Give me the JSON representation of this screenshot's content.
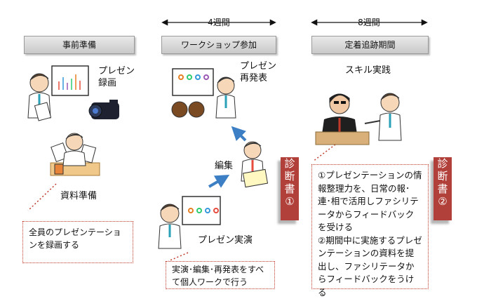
{
  "durations": {
    "workshop": "4週間",
    "followup": "8週間"
  },
  "phases": [
    "事前準備",
    "ワークショップ参加",
    "定着追跡期間"
  ],
  "labels": {
    "record_title": "プレゼン\n録画",
    "material_prep": "資料準備",
    "represent": "プレゼン\n再発表",
    "edit": "編集",
    "practice": "プレゼン実演",
    "skill_practice": "スキル実践"
  },
  "notes": {
    "prep": "全員のプレゼンテーションを録画する",
    "workshop": "実演･編集･再発表をすべて個人ワークで行う",
    "followup": "①プレゼンテーションの情報整理力を、日常の報･連･相で活用しファシリテータからフィードバックを受ける\n②期間中に実施するプレゼンテーションの資料を提出し、ファシリテータからフィードバックをうける"
  },
  "tags": [
    {
      "chars": [
        "診",
        "断",
        "書",
        "①"
      ]
    },
    {
      "chars": [
        "診",
        "断",
        "書",
        "②"
      ]
    }
  ]
}
